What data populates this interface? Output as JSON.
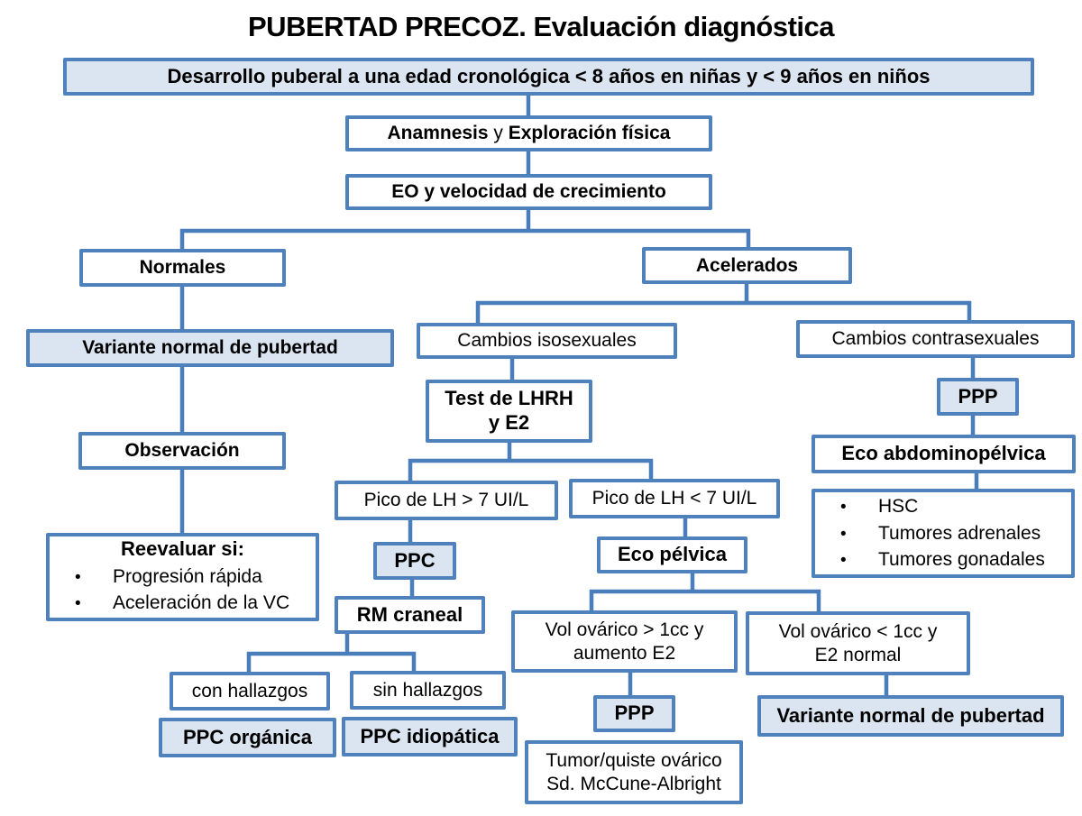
{
  "title": "PUBERTAD PRECOZ. Evaluación diagnóstica",
  "colors": {
    "box_border": "#4f81bd",
    "box_fill_highlight": "#dbe5f1",
    "connector": "#4a7ebb",
    "text": "#000000"
  },
  "nodes": {
    "criteria": {
      "label": "Desarrollo puberal a una edad cronológica < 8 años en niñas y < 9 años en niños"
    },
    "anamnesis": {
      "part1": "Anamnesis",
      "conj": "y",
      "part2": "Exploración física"
    },
    "eo": {
      "label": "EO y velocidad de crecimiento"
    },
    "normales": {
      "label": "Normales"
    },
    "acelerados": {
      "label": "Acelerados"
    },
    "variante_left": {
      "label": "Variante normal de pubertad"
    },
    "observacion": {
      "label": "Observación"
    },
    "reevaluar": {
      "heading": "Reevaluar si:",
      "bullets": [
        "Progresión rápida",
        "Aceleración de la VC"
      ]
    },
    "isosexuales": {
      "label": "Cambios isosexuales"
    },
    "contrasexuales": {
      "label": "Cambios contrasexuales"
    },
    "test_lhrh": {
      "line1": "Test de LHRH",
      "line2": "y E2"
    },
    "pico_alto": {
      "label": "Pico de LH > 7 UI/L"
    },
    "pico_bajo": {
      "label": "Pico de LH < 7 UI/L"
    },
    "ppc": {
      "label": "PPC"
    },
    "rm_craneal": {
      "label": "RM craneal"
    },
    "con_hallazgos": {
      "label": "con hallazgos"
    },
    "sin_hallazgos": {
      "label": "sin hallazgos"
    },
    "ppc_organica": {
      "label": "PPC orgánica"
    },
    "ppc_idiopatica": {
      "label": "PPC idiopática"
    },
    "eco_pelvica": {
      "label": "Eco pélvica"
    },
    "vol_alto": {
      "line1": "Vol ovárico > 1cc y",
      "line2": "aumento E2"
    },
    "vol_bajo": {
      "line1": "Vol ovárico < 1cc y",
      "line2": "E2 normal"
    },
    "ppp_bottom": {
      "label": "PPP"
    },
    "variante_right": {
      "label": "Variante normal de pubertad"
    },
    "tumor": {
      "line1": "Tumor/quiste ovárico",
      "line2": "Sd. McCune-Albright"
    },
    "ppp_right": {
      "label": "PPP"
    },
    "eco_abdomino": {
      "label": "Eco abdominopélvica"
    },
    "hallazgos_ppp": {
      "bullets": [
        "HSC",
        "Tumores adrenales",
        "Tumores gonadales"
      ]
    }
  }
}
